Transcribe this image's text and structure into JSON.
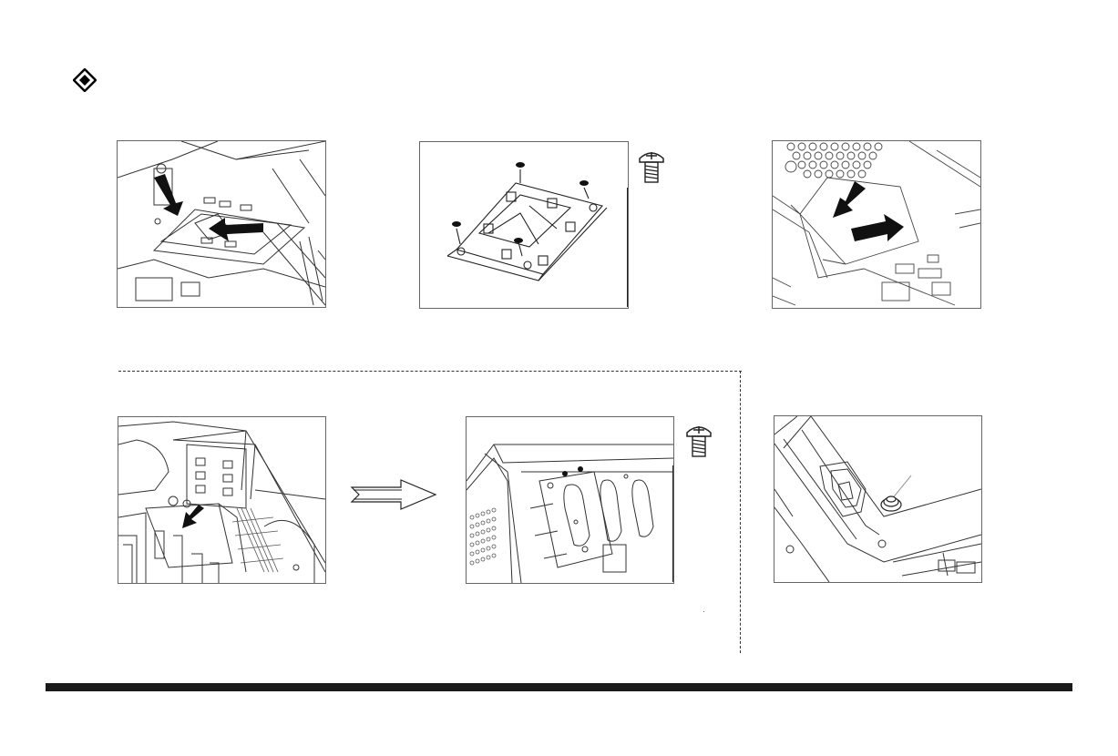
{
  "page": {
    "bullet_icon": "diamond-bullet-icon",
    "accent_color": "#000000",
    "line_color": "#333333",
    "footer_bar_color": "#1a1a1a"
  },
  "steps": [
    {
      "id": "step1",
      "content": "hdd-cage-rail-removal-illustration",
      "arrows": 2
    },
    {
      "id": "step2",
      "content": "hdd-bracket-with-four-screws-illustration",
      "screws": 4,
      "inset_icon": "screw-icon"
    },
    {
      "id": "step3",
      "content": "hdd-bracket-reinsertion-illustration",
      "arrows": 2
    },
    {
      "id": "step4",
      "content": "chassis-drive-bay-removal-illustration",
      "arrows": 1
    },
    {
      "id": "step5",
      "content": "drive-cage-screw-mounting-illustration",
      "inset_icon": "screw-icon"
    },
    {
      "id": "step6",
      "content": "drive-secured-with-screw-illustration"
    }
  ],
  "flow_arrow": "right-arrow-icon"
}
